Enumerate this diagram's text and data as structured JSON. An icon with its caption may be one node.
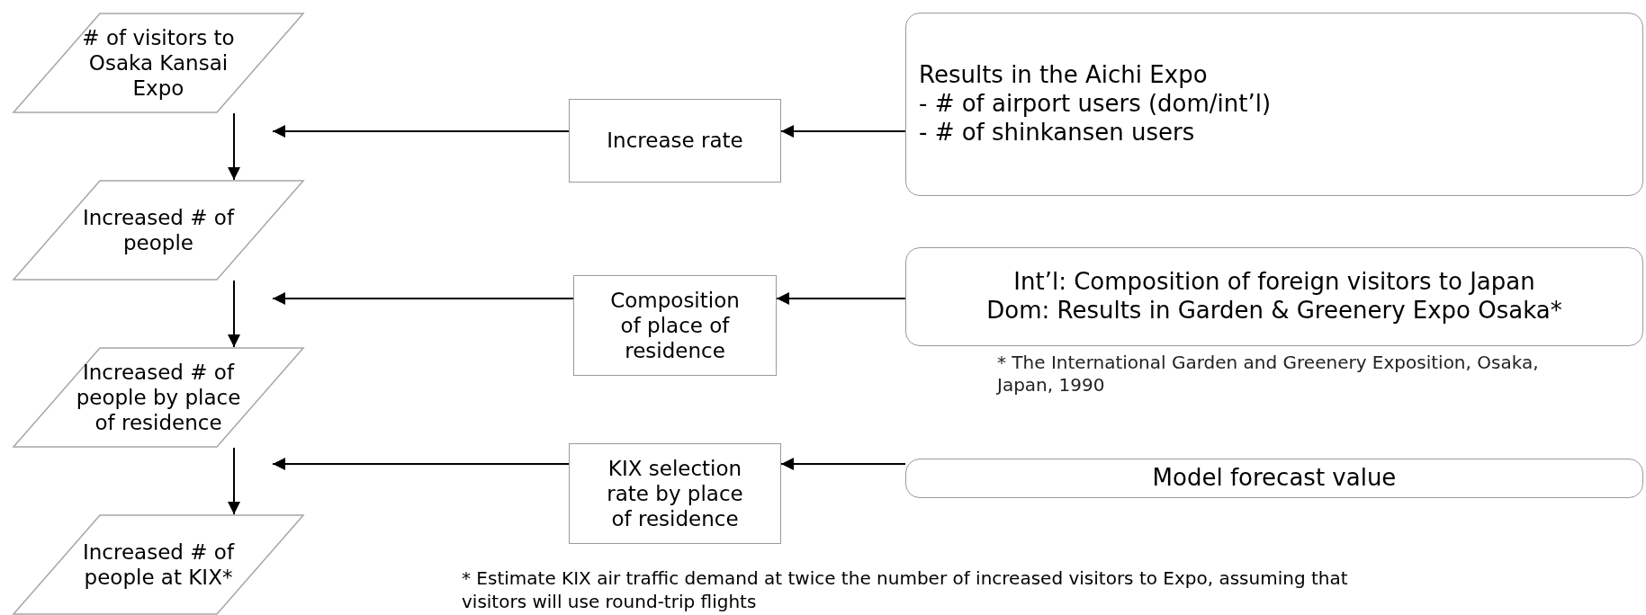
{
  "diagram": {
    "nodes": [
      {
        "text": [
          "# of visitors to Osaka Kansai Expo"
        ]
      },
      {
        "text": [
          "Increased # of people"
        ]
      },
      {
        "text": [
          "Increased # of people by place of residence"
        ]
      },
      {
        "text": [
          "Increased # of people at KIX*"
        ]
      },
      {
        "text": [
          "Increase rate"
        ]
      },
      {
        "text": [
          "Composition of place of residence"
        ]
      },
      {
        "text": [
          "KIX selection rate by place of residence"
        ]
      },
      {
        "text": [
          "Results in the Aichi Expo",
          "-  # of airport users (dom/int’l)",
          "-  # of shinkansen users"
        ]
      },
      {
        "text": [
          "Int’l: Composition of foreign visitors to Japan",
          "Dom: Results in Garden & Greenery Expo Osaka*"
        ],
        "beside": [
          "* The International Garden and Greenery Exposition, Osaka, Japan, 1990"
        ]
      },
      {
        "text": [
          "Model forecast value"
        ]
      }
    ],
    "edges": [
      {
        "from": 0,
        "to": 1,
        "arrow": "to"
      },
      {
        "from": 1,
        "to": 2,
        "arrow": "to"
      },
      {
        "from": 2,
        "to": 3,
        "arrow": "to"
      },
      {
        "from": 4,
        "to": 0,
        "arrow": "to"
      },
      {
        "from": 5,
        "to": 1,
        "arrow": "to"
      },
      {
        "from": 6,
        "to": 2,
        "arrow": "to"
      },
      {
        "from": 7,
        "to": 4,
        "arrow": "to"
      },
      {
        "from": 8,
        "to": 5,
        "arrow": "to"
      },
      {
        "from": 9,
        "to": 6,
        "arrow": "to"
      }
    ],
    "labels": [
      "* Estimate KIX air traffic demand at twice the number of increased visitors to Expo, assuming that visitors will use round-trip flights"
    ]
  }
}
